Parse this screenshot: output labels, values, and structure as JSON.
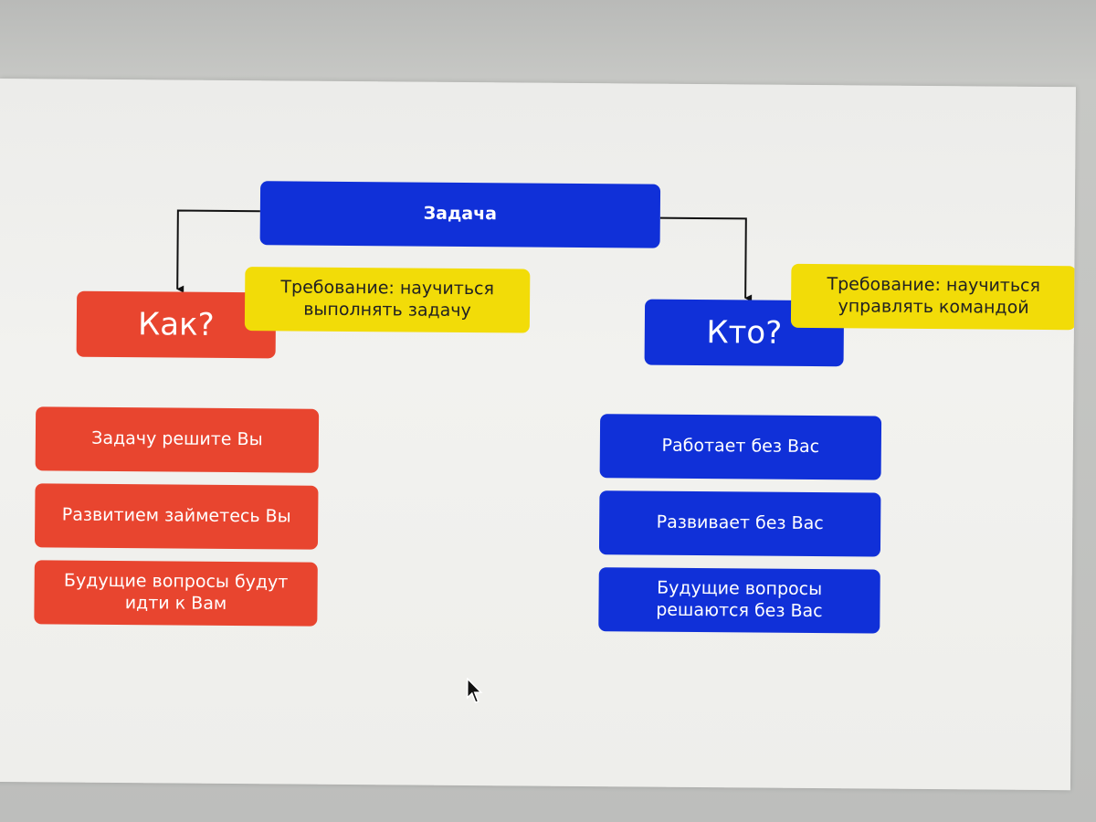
{
  "diagram": {
    "root": {
      "label": "Задача"
    },
    "left_branch": {
      "header": "Как?",
      "requirement": "Требование: научиться выполнять задачу",
      "items": [
        "Задачу решите Вы",
        "Развитием займетесь Вы",
        "Будущие вопросы будут идти к Вам"
      ]
    },
    "right_branch": {
      "header": "Кто?",
      "requirement": "Требование: научиться управлять командой",
      "items": [
        "Работает без Вас",
        "Развивает без Вас",
        "Будущие вопросы решаются без Вас"
      ]
    },
    "colors": {
      "blue": "#1030d8",
      "red": "#e8452f",
      "yellow": "#f2dc08",
      "background": "#f0f0ed"
    },
    "icons": [
      "mouse-cursor-icon"
    ]
  }
}
